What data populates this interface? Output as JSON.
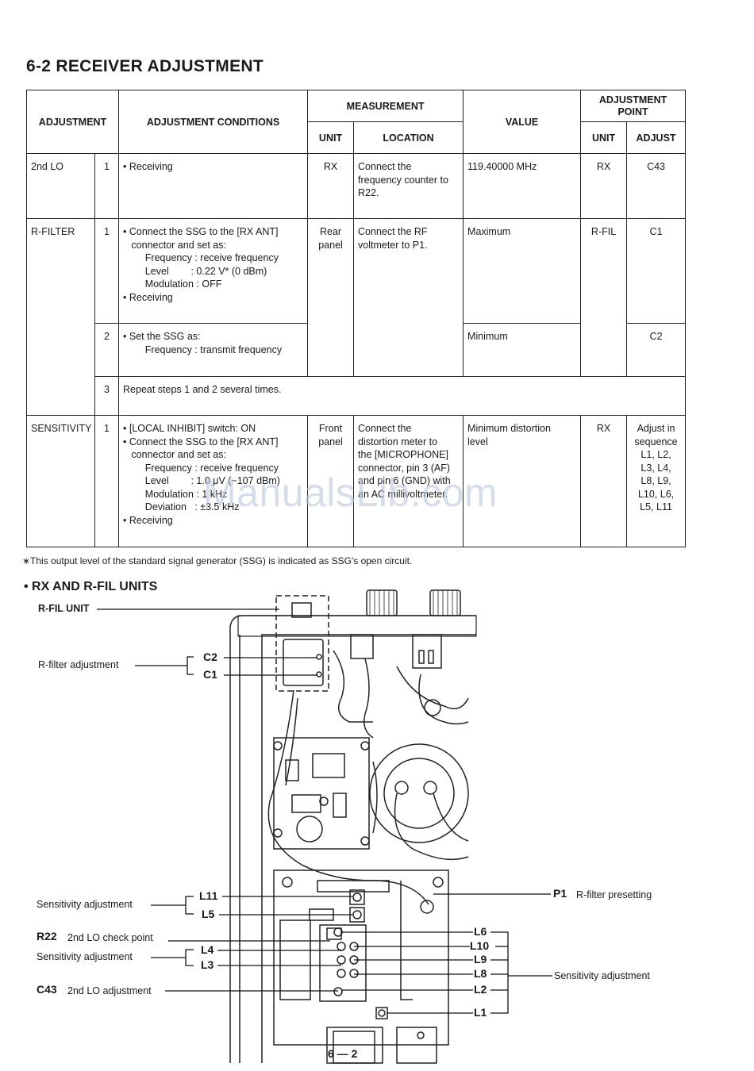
{
  "title": "6-2 RECEIVER ADJUSTMENT",
  "table": {
    "headers": {
      "adjustment": "ADJUSTMENT",
      "conditions": "ADJUSTMENT CONDITIONS",
      "measurement": "MEASUREMENT",
      "unit": "UNIT",
      "location": "LOCATION",
      "value": "VALUE",
      "adj_point": "ADJUSTMENT\nPOINT",
      "ap_unit": "UNIT",
      "ap_adjust": "ADJUST"
    },
    "rows": [
      {
        "adjustment": "2nd LO",
        "step": "1",
        "conditions": "• Receiving",
        "unit": "RX",
        "location": "Connect the\nfrequency counter to\nR22.",
        "value": "119.40000 MHz",
        "ap_unit": "RX",
        "ap_adjust": "C43"
      },
      {
        "adjustment": "R-FILTER",
        "step": "1",
        "conditions": "• Connect the SSG to the [RX ANT]\n   connector and set as:\n        Frequency : receive frequency\n        Level        : 0.22 V* (0 dBm)\n        Modulation : OFF\n• Receiving",
        "unit": "Rear\npanel",
        "location": "Connect the RF\nvoltmeter to P1.",
        "value": "Maximum",
        "ap_unit": "R-FIL",
        "ap_adjust": "C1"
      },
      {
        "step": "2",
        "conditions": "• Set the SSG as:\n        Frequency : transmit frequency",
        "value": "Minimum",
        "ap_adjust": "C2"
      },
      {
        "step": "3",
        "conditions": "Repeat steps 1 and 2 several times."
      },
      {
        "adjustment": "SENSITIVITY",
        "step": "1",
        "conditions": "• [LOCAL INHIBIT] switch: ON\n• Connect the SSG to the [RX ANT]\n   connector and set as:\n        Frequency : receive frequency\n        Level        : 1.0 μV (−107 dBm)\n        Modulation : 1 kHz\n        Deviation   : ±3.5 kHz\n• Receiving",
        "unit": "Front\npanel",
        "location": "Connect the\ndistortion meter to\nthe [MICROPHONE]\nconnector, pin 3 (AF)\nand pin 6 (GND) with\nan AC millivoltmeter.",
        "value": "Minimum distortion\nlevel",
        "ap_unit": "RX",
        "ap_adjust": "Adjust in\nsequence\nL1, L2,\nL3, L4,\nL8, L9,\nL10, L6,\nL5, L11"
      }
    ]
  },
  "footnote": "∗This output level of the standard signal generator (SSG) is indicated as SSG's open circuit.",
  "subtitle": "• RX AND R-FIL UNITS",
  "diagram": {
    "rfil_unit": "R-FIL UNIT",
    "rfilter_adjustment": "R-filter adjustment",
    "c2": "C2",
    "c1": "C1",
    "sens_adj_1": "Sensitivity adjustment",
    "l11": "L11",
    "l5": "L5",
    "r22": "R22",
    "r22_desc": "2nd LO check point",
    "sens_adj_2": "Sensitivity adjustment",
    "l4": "L4",
    "l3": "L3",
    "c43": "C43",
    "c43_desc": "2nd LO adjustment",
    "p1": "P1",
    "p1_desc": "R-filter presetting",
    "l6": "L6",
    "l10": "L10",
    "l9": "L9",
    "l8": "L8",
    "l2": "L2",
    "l1": "L1",
    "sens_adj_3": "Sensitivity adjustment"
  },
  "watermark": "ManualsLib.com",
  "page_number": "6 — 2"
}
